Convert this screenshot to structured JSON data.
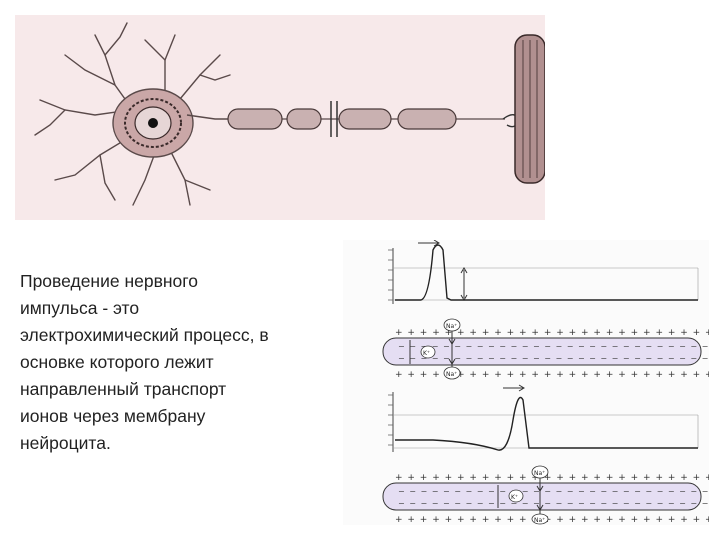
{
  "caption": {
    "text": "Проведение нервного\nимпульса - это\nэлектрохимический процесс, в\nосновке которого лежит\nнаправленный транспорт\nионов через мембрану\nнейроцита."
  },
  "impulse": {
    "ions": {
      "sodium": "Na⁺",
      "potassium": "K⁺"
    }
  },
  "colors": {
    "neuron_background": "#f7e9ea",
    "axon_fill": "#e5def3",
    "ink": "#333333"
  }
}
